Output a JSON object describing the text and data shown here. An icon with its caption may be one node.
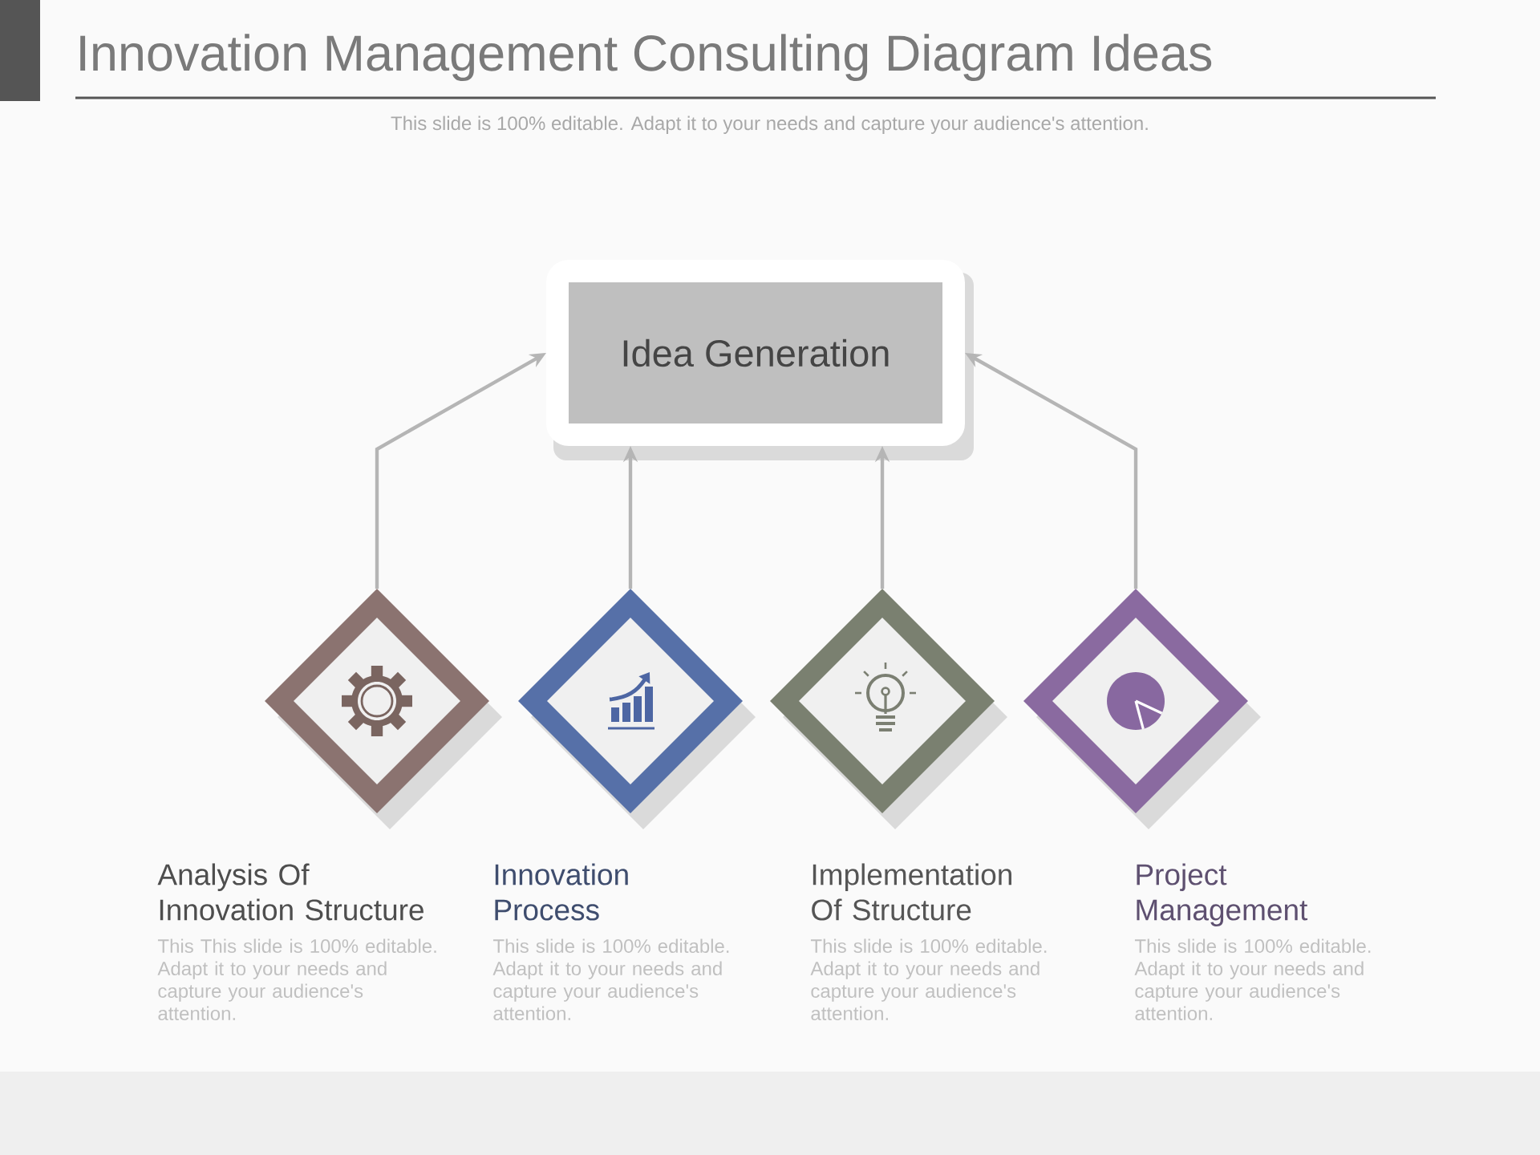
{
  "diagram": {
    "title": "Innovation Management Consulting Diagram Ideas",
    "nodes": [
      {
        "text": [
          "Idea Generation"
        ]
      },
      {
        "text": [
          "Analysis Of Innovation Structure",
          "This This slide is 100% editable. Adapt it to your needs and capture your audience's attention."
        ]
      },
      {
        "text": [
          "Innovation Process",
          "This slide is 100% editable. Adapt it to your needs and capture your audience's attention."
        ]
      },
      {
        "text": [
          "Implementation Of Structure",
          "This slide is 100% editable. Adapt it to your needs and capture your audience's attention."
        ]
      },
      {
        "text": [
          "Project Management",
          "This slide is 100% editable. Adapt it to your needs and capture your audience's attention."
        ]
      }
    ],
    "edges": [
      {
        "from": 1,
        "to": 0,
        "arrow": "to"
      },
      {
        "from": 2,
        "to": 0,
        "arrow": "to"
      },
      {
        "from": 3,
        "to": 0,
        "arrow": "to"
      },
      {
        "from": 4,
        "to": 0,
        "arrow": "to"
      }
    ],
    "labels": [
      "This slide is 100% editable. Adapt it to your needs and capture your audience's attention."
    ]
  }
}
